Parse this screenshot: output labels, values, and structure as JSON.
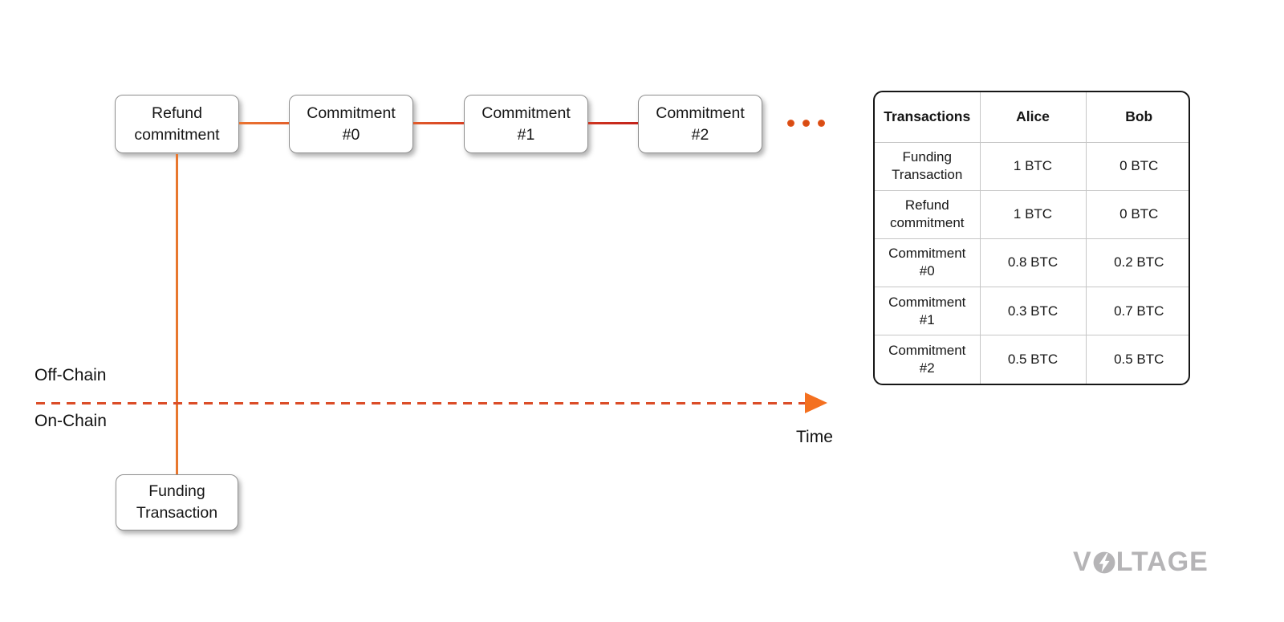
{
  "colors": {
    "connector_orange": "#E8702E",
    "connector_orange_red": "#DB4A26",
    "connector_red": "#C6271C",
    "funding_link_line": "#E8772E",
    "dashed_timeline": "#DB4D28",
    "arrowhead": "#F4701F",
    "continuation_dot": "#EF5A1F",
    "node_border": "#8F8F8F",
    "table_frame": "#161616",
    "logo_gray": "#B5B4B6"
  },
  "chain_boxes": [
    {
      "label": "Refund\ncommitment"
    },
    {
      "label": "Commitment\n#0"
    },
    {
      "label": "Commitment\n#1"
    },
    {
      "label": "Commitment\n#2"
    }
  ],
  "funding_box": {
    "label": "Funding\nTransaction"
  },
  "labels": {
    "off_chain": "Off-Chain",
    "on_chain": "On-Chain",
    "time": "Time"
  },
  "continuation_dots_count": 3,
  "table": {
    "headers": [
      "Transactions",
      "Alice",
      "Bob"
    ],
    "rows": [
      {
        "transaction": "Funding\nTransaction",
        "alice": "1 BTC",
        "bob": "0 BTC"
      },
      {
        "transaction": "Refund\ncommitment",
        "alice": "1 BTC",
        "bob": "0 BTC"
      },
      {
        "transaction": "Commitment\n#0",
        "alice": "0.8 BTC",
        "bob": "0.2 BTC"
      },
      {
        "transaction": "Commitment\n#1",
        "alice": "0.3 BTC",
        "bob": "0.7 BTC"
      },
      {
        "transaction": "Commitment\n#2",
        "alice": "0.5 BTC",
        "bob": "0.5 BTC"
      }
    ]
  },
  "logo": {
    "prefix": "V",
    "suffix": "LTAGE"
  }
}
